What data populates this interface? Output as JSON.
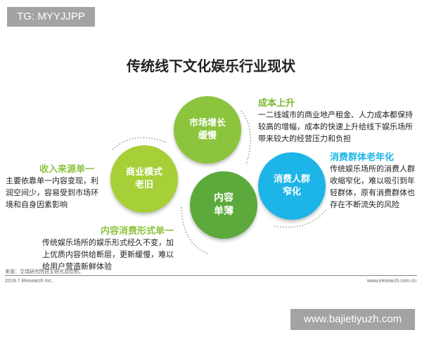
{
  "badge": "TG: MYYJJPP",
  "title": "传统线下文化娱乐行业现状",
  "colors": {
    "green_light": "#a6cf38",
    "green": "#8cc43e",
    "green_dark": "#5daa3c",
    "blue": "#1db5e8"
  },
  "circles": [
    {
      "label": "市场增长缓慢",
      "l1": "市场增长",
      "l2": "缓慢"
    },
    {
      "label": "商业模式老旧",
      "l1": "商业模式",
      "l2": "老旧"
    },
    {
      "label": "内容单薄",
      "l1": "内容",
      "l2": "单薄"
    },
    {
      "label": "消费人群窄化",
      "l1": "消费人群",
      "l2": "窄化"
    }
  ],
  "notes": {
    "cost": {
      "head": "成本上升",
      "lines": [
        "一二线城市的商业地产租金、人力成本都保持",
        "较高的增幅，成本的快速上升给线下娱乐场所",
        "带来较大的经营压力和负担"
      ]
    },
    "aging": {
      "head": "消费群体老年化",
      "lines": [
        "传统娱乐场所的消费人群",
        "收缩窄化，难以吸引到年",
        "轻群体，原有消费群体也",
        "存在不断流失的风险"
      ]
    },
    "income": {
      "head": "收入来源单一",
      "lines": [
        "主要依靠单一内容变现，利",
        "润空间少，容易受到市场环",
        "境和自身因素影响"
      ]
    },
    "content": {
      "head": "内容消费形式单一",
      "lines": [
        "传统娱乐场所的娱乐形式经久不变，加",
        "上优质内容供给断层，更新缓慢，难以",
        "给用户营造新鲜体验"
      ]
    }
  },
  "footer": {
    "source": "来源：艾瑞研究院自主研究及绘制。",
    "copyright": "2018.7 iResearch Inc.",
    "site": "www.iresearch.com.cn"
  },
  "watermark": "www.bajietiyuzh.com"
}
